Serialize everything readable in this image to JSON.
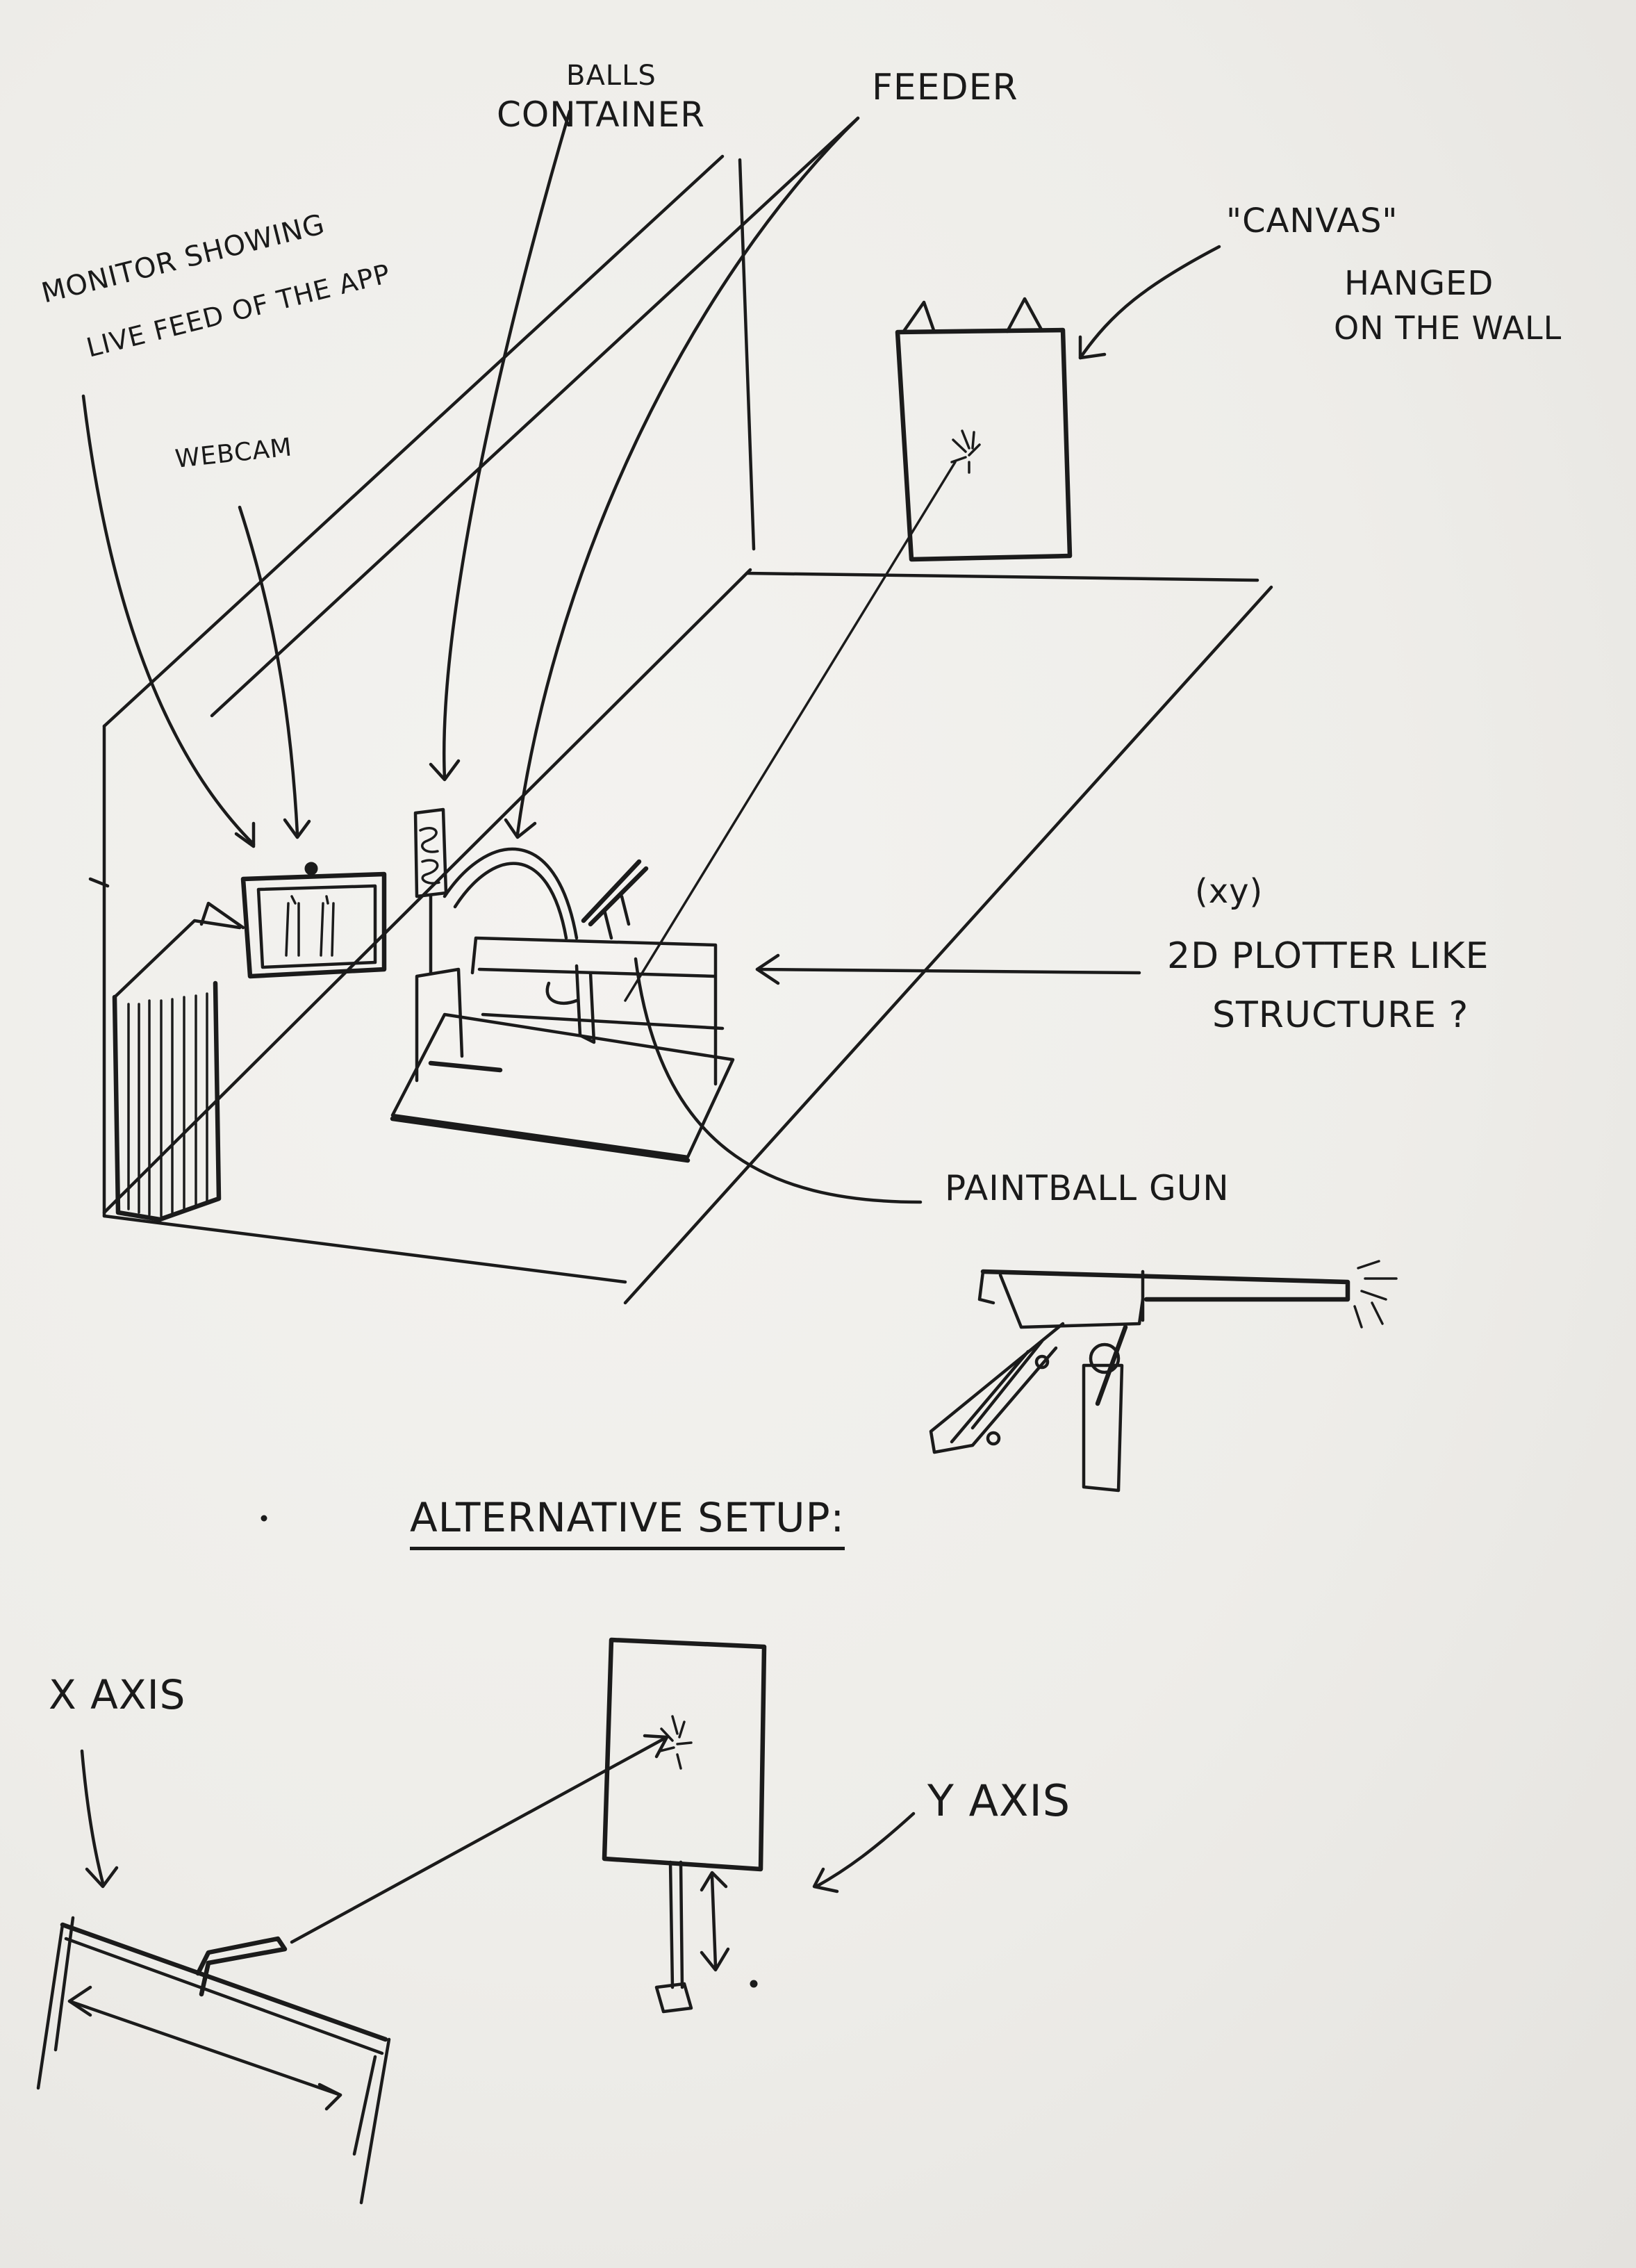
{
  "labels": {
    "ball_container_1": "BALLS",
    "ball_container_2": "CONTAINER",
    "feeder": "FEEDER",
    "canvas_1": "\"CANVAS\"",
    "canvas_2": "HANGED",
    "canvas_3": "ON THE WALL",
    "monitor_1": "MONITOR SHOWING",
    "monitor_2": "LIVE FEED OF THE APP",
    "webcam": "WEBCAM",
    "xy": "(xy)",
    "plotter_1": "2D PLOTTER LIKE",
    "plotter_2": "STRUCTURE ?",
    "paintball_gun": "PAINTBALL GUN",
    "alternative_setup": "ALTERNATIVE SETUP:",
    "x_axis": "X AXIS",
    "y_axis": "Y AXIS"
  }
}
